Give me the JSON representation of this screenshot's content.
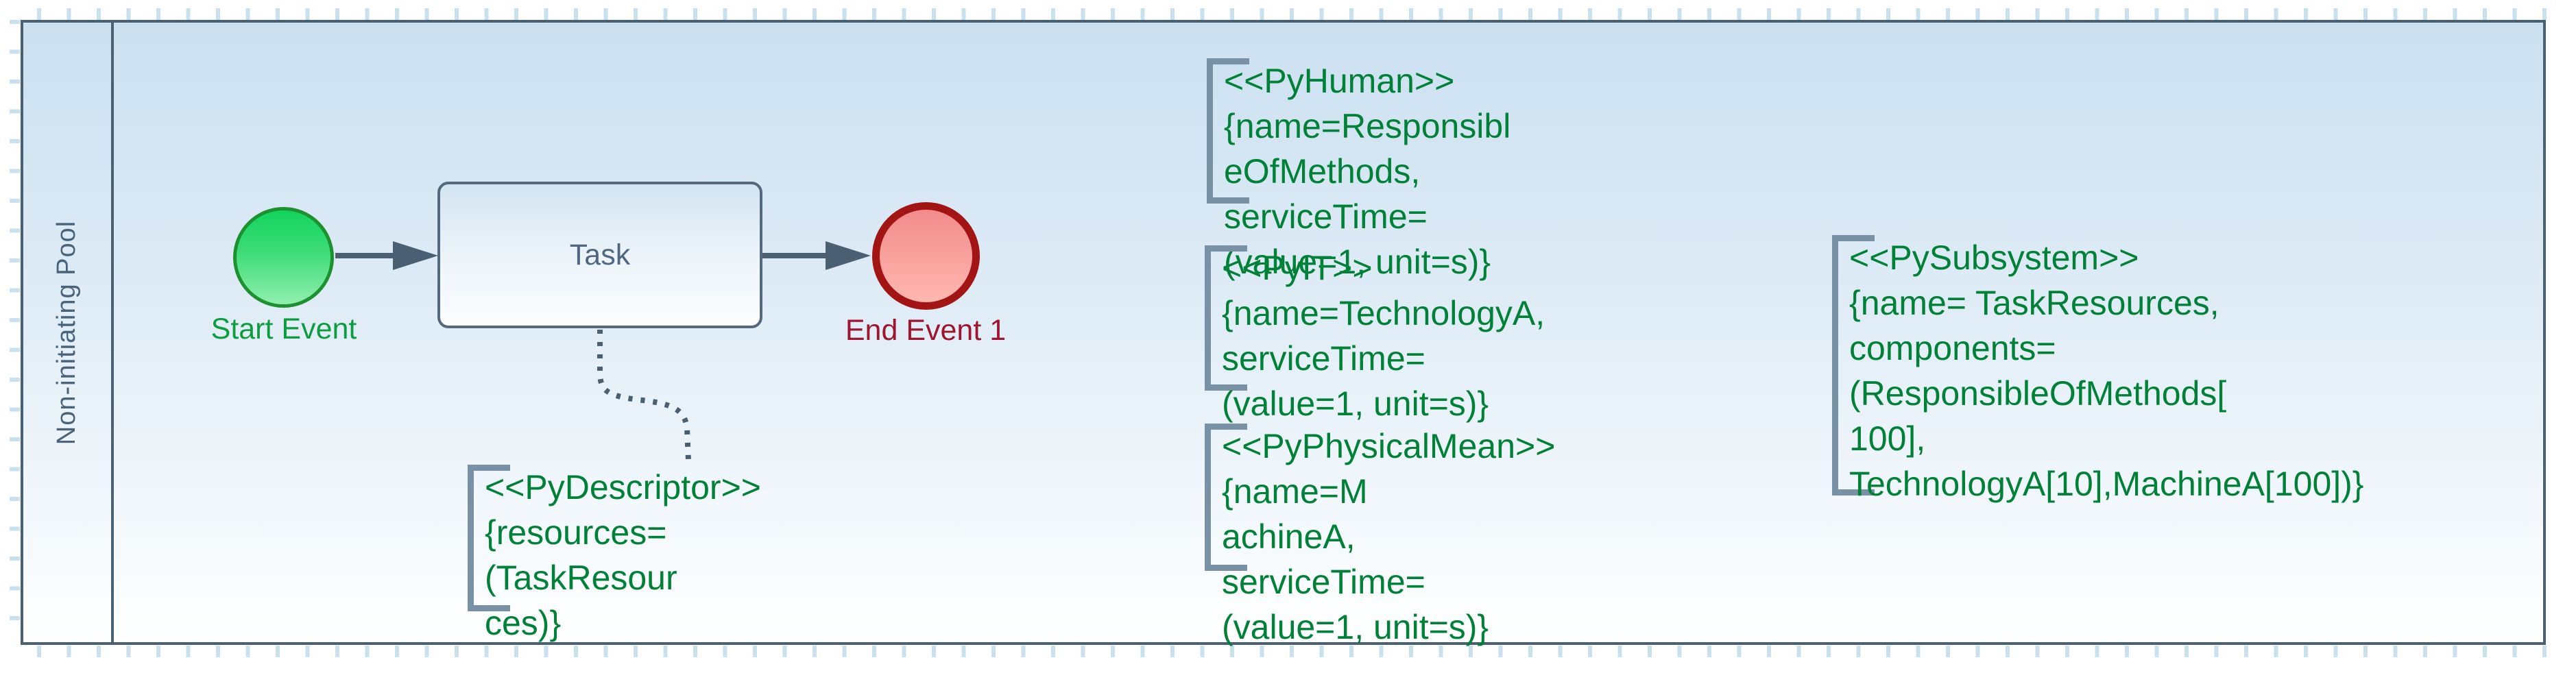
{
  "pool": {
    "label": "Non-initiating Pool"
  },
  "nodes": {
    "start_event": {
      "label": "Start Event",
      "type": "start-event"
    },
    "task": {
      "label": "Task",
      "type": "task"
    },
    "end_event": {
      "label": "End Event 1",
      "type": "end-event"
    }
  },
  "connectors": {
    "flow_start_to_task": "sequence-flow",
    "flow_task_to_end": "sequence-flow",
    "association_task_to_descriptor": "dotted-association"
  },
  "annotations": {
    "descriptor": {
      "lines": [
        "<<PyDescriptor>>",
        "{resources=(TaskResour",
        "ces)}"
      ]
    },
    "human": {
      "lines": [
        "<<PyHuman>>{name=Responsibl",
        "eOfMethods,",
        "serviceTime=(value=1, unit=s)}"
      ]
    },
    "it": {
      "lines": [
        "<<PyIT>>{name=TechnologyA,",
        "serviceTime=(value=1, unit=s)}"
      ]
    },
    "physical_mean": {
      "lines": [
        "<<PyPhysicalMean>>{name=M",
        "achineA,",
        "serviceTime=(value=1, unit=s)}"
      ]
    },
    "subsystem": {
      "lines": [
        "<<PySubsystem>>",
        "{name= TaskResources,",
        "components=(ResponsibleOfMethods[",
        "100], TechnologyA[10],MachineA[100])}"
      ]
    }
  },
  "colors": {
    "pool_border": "#4a6073",
    "pool_fill_top": "#cbe0f0",
    "pool_fill_bottom": "#feffff",
    "pool_label_text": "#48637a",
    "start_event_border": "#1d9130",
    "start_event_fill_top": "#12d35c",
    "start_event_fill_bottom": "#90efae",
    "start_label_text": "#0e9c40",
    "end_event_border": "#a31414",
    "end_event_fill_top": "#f28b8b",
    "end_event_fill_bottom": "#ffb7b0",
    "end_label_text": "#9e1530",
    "task_border": "#54697e",
    "task_label_text": "#4f6780",
    "connector": "#4a5f72",
    "annotation_text": "#008137",
    "annotation_bracket": "#7991a4",
    "grid_tick": "#c9e0ef"
  }
}
